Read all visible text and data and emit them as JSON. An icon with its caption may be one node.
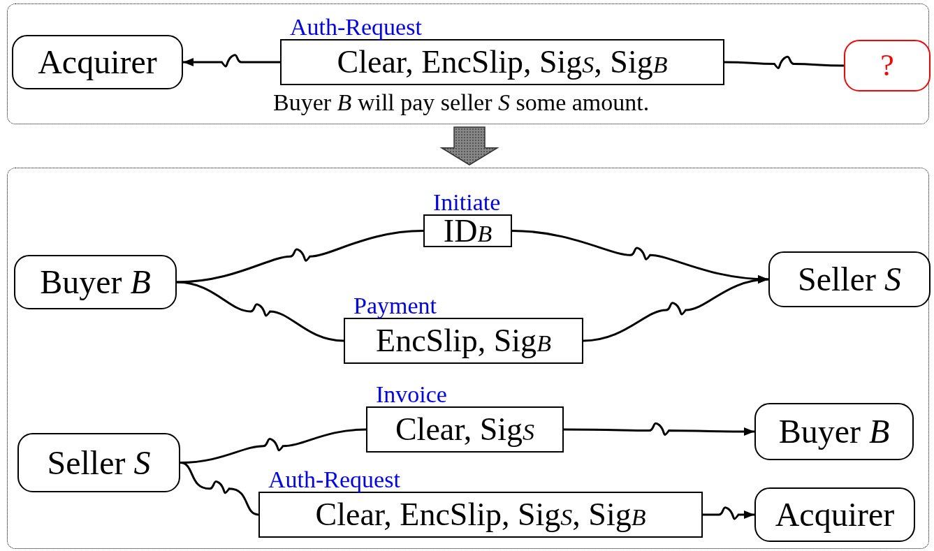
{
  "diagram": {
    "nodes": [
      {
        "text": [
          "Buyer *B* will pay seller *S* some amount."
        ]
      },
      {
        "text": [
          "Acquirer"
        ],
        "in": 0
      },
      {
        "text": [
          "Auth-Request",
          "Clear, EncSlip, Sig$_{S}$, Sig$_{B}$"
        ],
        "in": 0
      },
      {
        "text": [
          "?"
        ],
        "in": 0
      },
      {
        "text": [],
        "shape": "box"
      },
      {
        "text": [
          "Buyer *B*"
        ],
        "in": 4
      },
      {
        "text": [
          "Initiate",
          "ID$_{B}$"
        ],
        "in": 4
      },
      {
        "text": [
          "Seller *S*"
        ],
        "in": 4
      },
      {
        "text": [
          "Payment",
          "EncSlip, Sig$_{B}$"
        ],
        "in": 4
      },
      {
        "text": [
          "Seller *S*"
        ],
        "in": 4
      },
      {
        "text": [
          "Invoice",
          "Clear, Sig$_{S}$"
        ],
        "in": 4
      },
      {
        "text": [
          "Buyer *B*"
        ],
        "in": 4
      },
      {
        "text": [
          "Auth-Request",
          "Clear, EncSlip, Sig$_{S}$, Sig$_{B}$"
        ],
        "in": 4
      },
      {
        "text": [
          "Acquirer"
        ],
        "in": 4
      }
    ],
    "edges": [
      {
        "from": 3,
        "to": 2,
        "arrow": "none"
      },
      {
        "from": 2,
        "to": 1,
        "arrow": "to"
      },
      {
        "from": 0,
        "to": 4,
        "arrow": "to",
        "style": "thick",
        "color": "#888888"
      },
      {
        "from": 5,
        "to": 6,
        "arrow": "none"
      },
      {
        "from": 6,
        "to": 7,
        "arrow": "to"
      },
      {
        "from": 5,
        "to": 8,
        "arrow": "none"
      },
      {
        "from": 8,
        "to": 7,
        "arrow": "to"
      },
      {
        "from": 9,
        "to": 10,
        "arrow": "none"
      },
      {
        "from": 10,
        "to": 11,
        "arrow": "to"
      },
      {
        "from": 9,
        "to": 12,
        "arrow": "none"
      },
      {
        "from": 12,
        "to": 13,
        "arrow": "to"
      }
    ]
  }
}
